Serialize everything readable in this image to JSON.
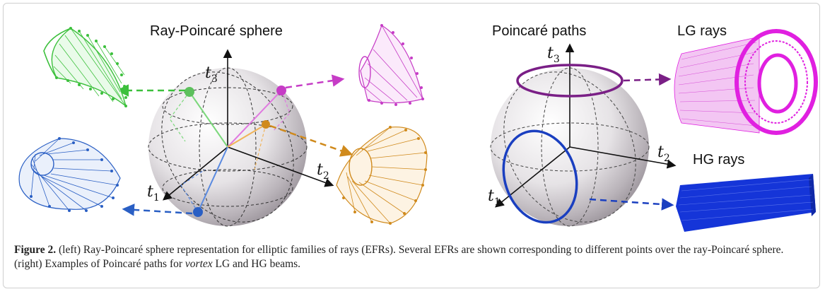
{
  "figure": {
    "left_panel": {
      "title": "Ray-Poincaré sphere",
      "axis_t1": "t",
      "axis_t1_sub": "1",
      "axis_t2": "t",
      "axis_t2_sub": "2",
      "axis_t3": "t",
      "axis_t3_sub": "3"
    },
    "right_panel": {
      "title": "Poincaré paths",
      "lg_label": "LG rays",
      "hg_label": "HG rays",
      "axis_t1": "t",
      "axis_t1_sub": "1",
      "axis_t2": "t",
      "axis_t2_sub": "2",
      "axis_t3": "t",
      "axis_t3_sub": "3"
    },
    "colors": {
      "green": "#3cc03c",
      "magenta": "#c63cc6",
      "orange": "#d08a1c",
      "blue": "#2a5fc4",
      "purple": "#7a1f86",
      "navy": "#1a3fc0",
      "lg_magenta": "#e020e0",
      "hg_blue": "#1535d8"
    }
  },
  "caption": {
    "label": "Figure 2.",
    "text_1": " (left) Ray-Poincaré sphere representation for elliptic families of rays (EFRs). Several EFRs are shown corresponding to different points over the ray-Poincaré sphere. (right) Examples of Poincaré paths for ",
    "italic": "vortex",
    "text_2": " LG and HG beams."
  }
}
